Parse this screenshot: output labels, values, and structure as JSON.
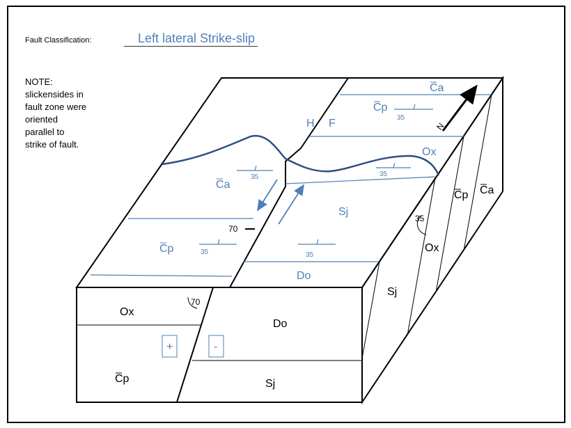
{
  "header": {
    "fault_classification_label": "Fault Classification:",
    "fault_classification_value": "Left lateral Strike-slip"
  },
  "note": {
    "title": "NOTE:",
    "lines": [
      "slickensides in",
      "fault zone were",
      "oriented",
      "parallel to",
      "strike of fault."
    ]
  },
  "diagram": {
    "top_face_units": {
      "ca_left": "Ca",
      "cp_left": "Cp",
      "ca_right": "Ca",
      "cp_right": "Cp",
      "ox_right": "Ox",
      "sj_right": "Sj",
      "do_right": "Do",
      "hw": "H",
      "fw": "F"
    },
    "strike_dip_labels": [
      "35",
      "35",
      "35",
      "35",
      "35"
    ],
    "fault_dip": "70",
    "side_face_units": {
      "ox_right_side": "Ox",
      "cp_right_side": "Cp",
      "ca_right_side": "Ca",
      "sj_right_side": "Sj",
      "dip_right_side": "35"
    },
    "front_face_units": {
      "ox_front": "Ox",
      "cp_front": "Cp",
      "do_front": "Do",
      "sj_front": "Sj",
      "dip_front": "70"
    },
    "motion_signs": {
      "plus": "+",
      "minus": "-"
    },
    "north_label": "N",
    "colors": {
      "ink": "#000000",
      "blue": "#4f7fb8",
      "contact": "#2f4f7f"
    }
  }
}
